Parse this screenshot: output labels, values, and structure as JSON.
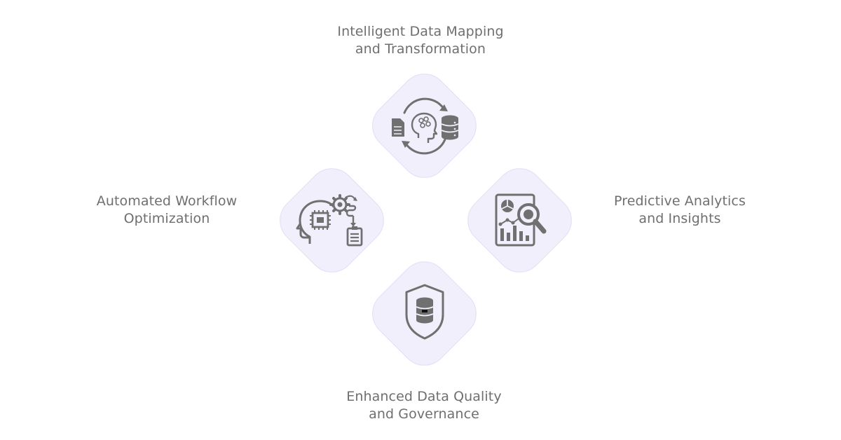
{
  "colors": {
    "tile_fill": "#f1effb",
    "tile_border": "#e2ddf6",
    "icon": "#707070",
    "text": "#6f6f6f"
  },
  "items": [
    {
      "id": "top",
      "line1": "Intelligent Data Mapping",
      "line2": "and Transformation",
      "icon": "brain-data-cycle-icon"
    },
    {
      "id": "left",
      "line1": "Automated Workflow",
      "line2": "Optimization",
      "icon": "head-gear-workflow-icon"
    },
    {
      "id": "right",
      "line1": "Predictive Analytics",
      "line2": "and Insights",
      "icon": "report-magnifier-icon"
    },
    {
      "id": "bottom",
      "line1": "Enhanced Data Quality",
      "line2": "and Governance",
      "icon": "shield-database-icon"
    }
  ]
}
